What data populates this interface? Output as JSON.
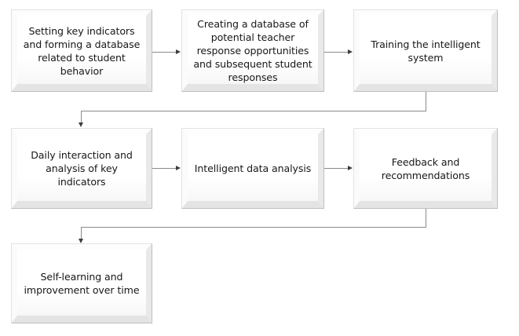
{
  "diagram": {
    "type": "flowchart",
    "title": "",
    "orientation": "left-to-right serpentine",
    "background_color": "#ffffff",
    "text_color": "#181818",
    "connector_color": "#8a8a8a",
    "arrowhead_color": "#3d3d3d",
    "box_fill_color": "#ffffff",
    "box_border_color": "#bfbfbf",
    "nodes": [
      {
        "id": "node-1",
        "label": "Setting key indicators\nand forming a database\nrelated to student\nbehavior",
        "row": 1,
        "column": 1
      },
      {
        "id": "node-2",
        "label": "Creating a database of\npotential teacher\nresponse opportunities\nand subsequent student\nresponses",
        "row": 1,
        "column": 2
      },
      {
        "id": "node-3",
        "label": "Training the intelligent\nsystem",
        "row": 1,
        "column": 3
      },
      {
        "id": "node-4",
        "label": "Daily interaction and\nanalysis of key\nindicators",
        "row": 2,
        "column": 1
      },
      {
        "id": "node-5",
        "label": "Intelligent data analysis",
        "row": 2,
        "column": 2
      },
      {
        "id": "node-6",
        "label": "Feedback and\nrecommendations",
        "row": 2,
        "column": 3
      },
      {
        "id": "node-7",
        "label": "Self-learning and\nimprovement over time",
        "row": 3,
        "column": 1
      }
    ],
    "edges": [
      {
        "id": "edge-1-2",
        "from": "node-1",
        "to": "node-2",
        "style": "straight-right"
      },
      {
        "id": "edge-2-3",
        "from": "node-2",
        "to": "node-3",
        "style": "straight-right"
      },
      {
        "id": "edge-3-4",
        "from": "node-3",
        "to": "node-4",
        "style": "elbow-down-left-down"
      },
      {
        "id": "edge-4-5",
        "from": "node-4",
        "to": "node-5",
        "style": "straight-right"
      },
      {
        "id": "edge-5-6",
        "from": "node-5",
        "to": "node-6",
        "style": "straight-right"
      },
      {
        "id": "edge-6-7",
        "from": "node-6",
        "to": "node-7",
        "style": "elbow-down-left-down"
      }
    ]
  }
}
